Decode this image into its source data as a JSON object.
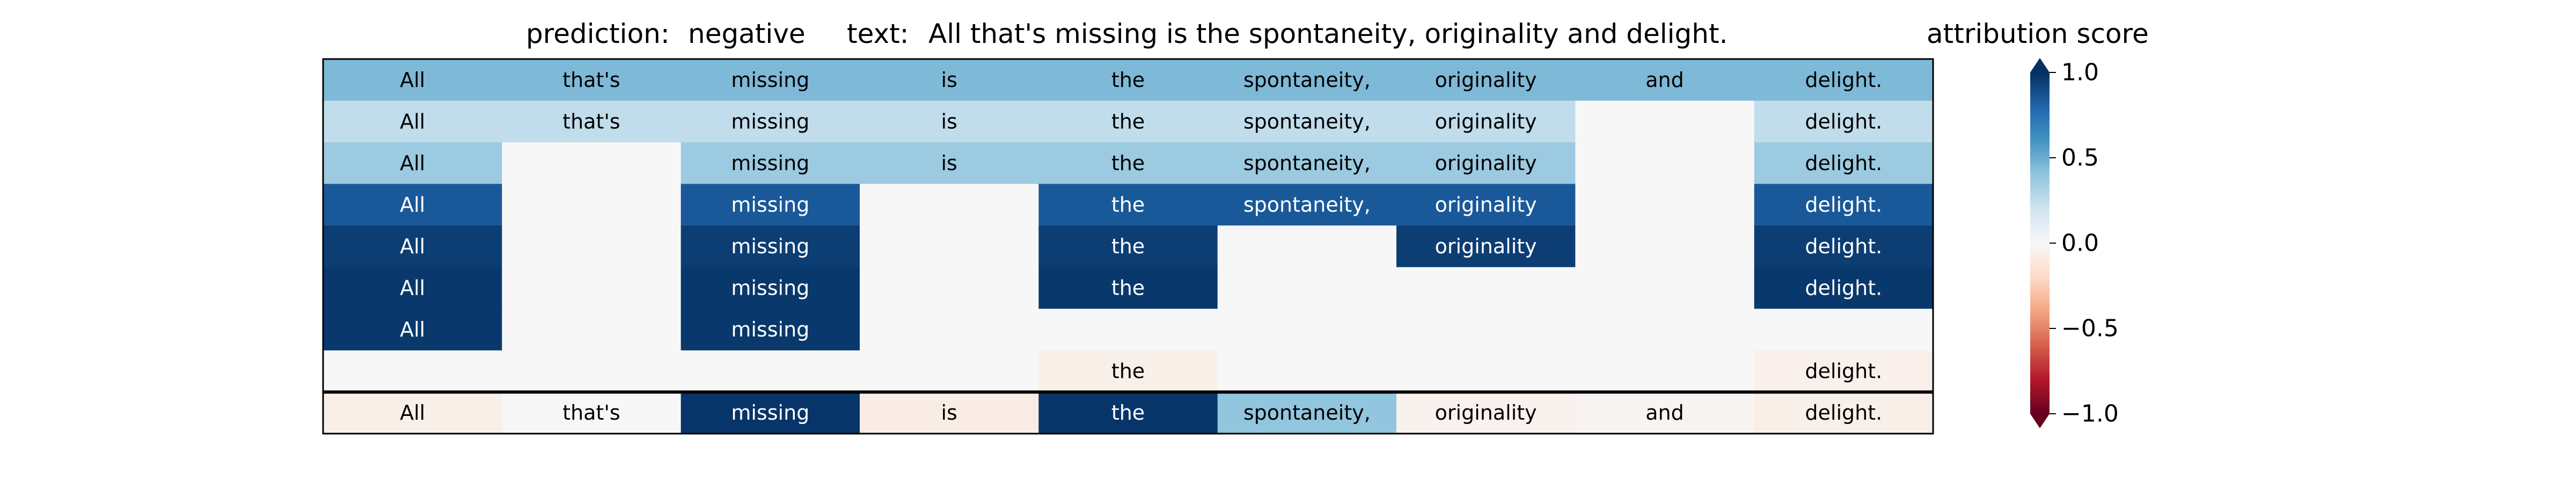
{
  "chart_data": {
    "type": "heatmap",
    "title_parts": {
      "prediction_label": "prediction:",
      "prediction_value": "negative",
      "text_label": "text:",
      "text_value": "All that's missing is the spontaneity, originality and delight."
    },
    "colorbar": {
      "label": "attribution score",
      "vmin": -1.0,
      "vmax": 1.0,
      "ticks": [
        1.0,
        0.5,
        0.0,
        -0.5,
        -1.0
      ],
      "tick_labels": [
        "1.0",
        "0.5",
        "0.0",
        "−0.5",
        "−1.0"
      ],
      "colormap": "RdBu"
    },
    "columns": [
      "All",
      "that's",
      "missing",
      "is",
      "the",
      "spontaneity,",
      "originality",
      "and",
      "delight."
    ],
    "rows": [
      {
        "words": [
          "All",
          "that's",
          "missing",
          "is",
          "the",
          "spontaneity,",
          "originality",
          "and",
          "delight."
        ],
        "values": [
          0.45,
          0.45,
          0.45,
          0.45,
          0.45,
          0.45,
          0.45,
          0.45,
          0.45
        ]
      },
      {
        "words": [
          "All",
          "that's",
          "missing",
          "is",
          "the",
          "spontaneity,",
          "originality",
          "",
          "delight."
        ],
        "values": [
          0.25,
          0.25,
          0.25,
          0.25,
          0.25,
          0.25,
          0.25,
          0.0,
          0.25
        ]
      },
      {
        "words": [
          "All",
          "",
          "missing",
          "is",
          "the",
          "spontaneity,",
          "originality",
          "",
          "delight."
        ],
        "values": [
          0.37,
          0.0,
          0.37,
          0.37,
          0.37,
          0.37,
          0.37,
          0.0,
          0.37
        ]
      },
      {
        "words": [
          "All",
          "",
          "missing",
          "",
          "the",
          "spontaneity,",
          "originality",
          "",
          "delight."
        ],
        "values": [
          0.85,
          0.0,
          0.85,
          0.0,
          0.85,
          0.85,
          0.85,
          0.0,
          0.85
        ]
      },
      {
        "words": [
          "All",
          "",
          "missing",
          "",
          "the",
          "",
          "originality",
          "",
          "delight."
        ],
        "values": [
          0.95,
          0.0,
          0.95,
          0.0,
          0.95,
          0.0,
          0.95,
          0.0,
          0.95
        ]
      },
      {
        "words": [
          "All",
          "",
          "missing",
          "",
          "the",
          "",
          "",
          "",
          "delight."
        ],
        "values": [
          0.97,
          0.0,
          0.97,
          0.0,
          0.97,
          0.0,
          0.0,
          0.0,
          0.97
        ]
      },
      {
        "words": [
          "All",
          "",
          "missing",
          "",
          "",
          "",
          "",
          "",
          ""
        ],
        "values": [
          0.97,
          0.0,
          0.97,
          0.0,
          0.0,
          0.0,
          0.0,
          0.0,
          0.0
        ]
      },
      {
        "words": [
          "",
          "",
          "",
          "",
          "the",
          "",
          "",
          "",
          "delight."
        ],
        "values": [
          0.0,
          0.0,
          0.0,
          0.0,
          -0.06,
          0.0,
          0.0,
          0.0,
          -0.05
        ]
      },
      {
        "words": [
          "All",
          "that's",
          "missing",
          "is",
          "the",
          "spontaneity,",
          "originality",
          "and",
          "delight."
        ],
        "values": [
          -0.06,
          0.0,
          0.98,
          -0.08,
          0.98,
          0.4,
          -0.04,
          -0.02,
          -0.06
        ]
      }
    ],
    "separator_before_last_row": true
  }
}
